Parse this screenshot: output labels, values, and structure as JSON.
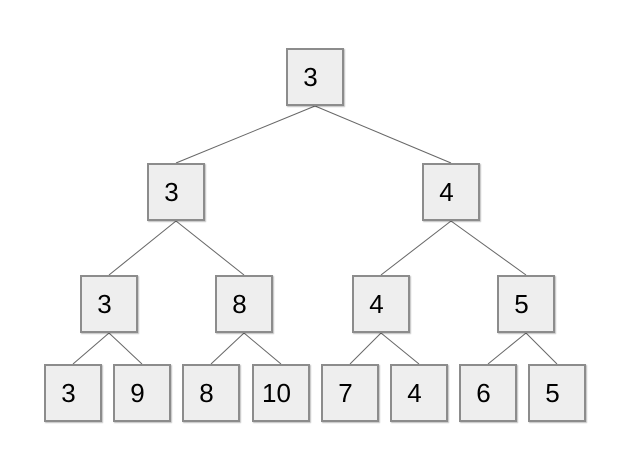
{
  "diagram": {
    "type": "binary-tree",
    "nodes": [
      {
        "label": "3"
      },
      {
        "label": "3"
      },
      {
        "label": "4"
      },
      {
        "label": "3"
      },
      {
        "label": "8"
      },
      {
        "label": "4"
      },
      {
        "label": "5"
      },
      {
        "label": "3"
      },
      {
        "label": "9"
      },
      {
        "label": "8"
      },
      {
        "label": "10"
      },
      {
        "label": "7"
      },
      {
        "label": "4"
      },
      {
        "label": "6"
      },
      {
        "label": "5"
      }
    ],
    "edges": [
      [
        0,
        1
      ],
      [
        0,
        2
      ],
      [
        1,
        3
      ],
      [
        1,
        4
      ],
      [
        2,
        5
      ],
      [
        2,
        6
      ],
      [
        3,
        7
      ],
      [
        3,
        8
      ],
      [
        4,
        9
      ],
      [
        4,
        10
      ],
      [
        5,
        11
      ],
      [
        5,
        12
      ],
      [
        6,
        13
      ],
      [
        6,
        14
      ]
    ],
    "colors": {
      "background": "#ffffff",
      "node_fill": "#eeeeee",
      "node_border": "#8c8c8c",
      "edge": "#666666",
      "text": "#000000"
    }
  }
}
